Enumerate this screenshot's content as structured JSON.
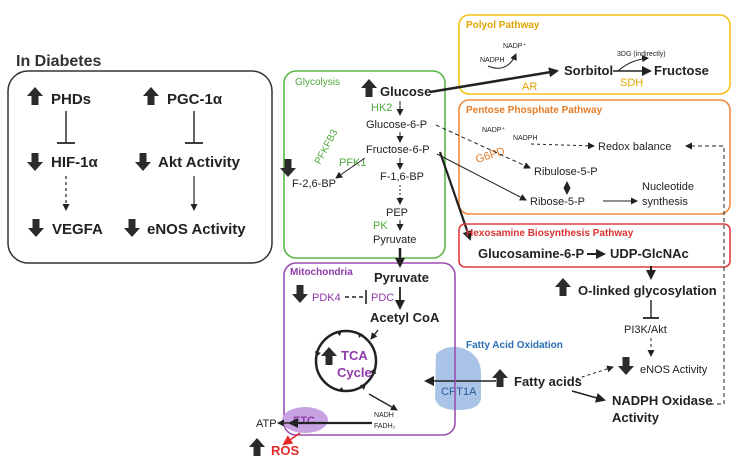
{
  "colors": {
    "glycolysis": "#5cb746",
    "polyol_border": "#f5c218",
    "polyol_label": "#e2a300",
    "ppp_border": "#ee8a3d",
    "ppp_label": "#e57c27",
    "hexosamine_border": "#e23b3b",
    "hexosamine_label": "#d93434",
    "mito": "#9b4fb1",
    "mito_text": "#8e3aaa",
    "fatty_label": "#2a6eb5",
    "cpt1a_fill": "#a9c4e6",
    "cpt1a_text": "#2a5a9c",
    "etc_fill": "#c7a3e3",
    "ros": "#e32b2b",
    "ink": "#222222"
  },
  "diabetes": {
    "title": "In Diabetes",
    "phds": "PHDs",
    "hif": "HIF-1α",
    "vegfa": "VEGFA",
    "pgc": "PGC-1α",
    "akt": "Akt Activity",
    "enos": "eNOS Activity"
  },
  "glycolysis": {
    "title": "Glycolysis",
    "glucose": "Glucose",
    "hk2": "HK2",
    "g6p": "Glucose-6-P",
    "pfkfb3": "PFKFB3",
    "pfk1": "PFK1",
    "f6p": "Fructose-6-P",
    "f26bp": "F-2,6-BP",
    "f16bp": "F-1,6-BP",
    "pep": "PEP",
    "pk": "PK",
    "pyruvate": "Pyruvate"
  },
  "polyol": {
    "title": "Polyol Pathway",
    "nadph": "NADPH",
    "nadp": "NADP⁺",
    "ar": "AR",
    "sorbitol": "Sorbitol",
    "sdh": "SDH",
    "dg3": "3DG (indirectly)",
    "fructose": "Fructose"
  },
  "ppp": {
    "title": "Pentose Phosphate Pathway",
    "nadp": "NADP⁺",
    "nadph": "NADPH",
    "g6pd": "G6PD",
    "redox": "Redox balance",
    "ru5p": "Ribulose-5-P",
    "r5p": "Ribose-5-P",
    "nuc1": "Nucleotide",
    "nuc2": "synthesis"
  },
  "hexosamine": {
    "title": "Hexosamine Biosynthesis Pathway",
    "glucosamine": "Glucosamine-6-P",
    "udp": "UDP-GlcNAc"
  },
  "downstream": {
    "oglyc": "O-linked glycosylation",
    "pi3k": "PI3K/Akt",
    "enos": "eNOS Activity",
    "fatty_acids": "Fatty acids",
    "nadph_ox1": "NADPH Oxidase",
    "nadph_ox2": "Activity"
  },
  "fatty_oxidation": {
    "title": "Fatty Acid Oxidation",
    "cpt1a": "CPT1A"
  },
  "mito": {
    "title": "Mitochondria",
    "pyruvate": "Pyruvate",
    "pdk4": "PDK4",
    "pdc": "PDC",
    "acetyl": "Acetyl CoA",
    "tca1": "TCA",
    "tca2": "Cycle",
    "etc": "ETC",
    "nadh": "NADH",
    "fadh": "FADH₂",
    "atp": "ATP",
    "ros": "ROS"
  }
}
